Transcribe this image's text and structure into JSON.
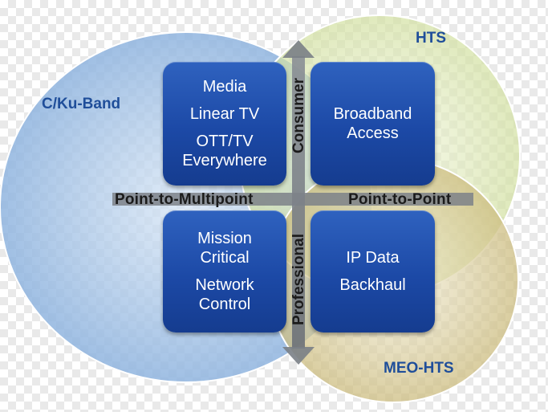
{
  "regions": {
    "c_ku_band": "C/Ku-Band",
    "hts": "HTS",
    "meo_hts": "MEO-HTS"
  },
  "axes": {
    "left": "Point-to-Multipoint",
    "right": "Point-to-Point",
    "top": "Consumer",
    "bottom": "Professional"
  },
  "quadrants": {
    "top_left": [
      "Media",
      "Linear TV",
      "OTT/TV",
      "Everywhere"
    ],
    "top_right": [
      "Broadband",
      "Access"
    ],
    "bottom_left": [
      "Mission",
      "Critical",
      "Network",
      "Control"
    ],
    "bottom_right": [
      "IP Data",
      "Backhaul"
    ]
  },
  "colors": {
    "box_blue": "#1f4ea8",
    "label_blue": "#1f4e9a",
    "circle_blue": "#a9c6e6",
    "circle_green": "#dfe9b8",
    "circle_tan": "#e3d8a8"
  }
}
